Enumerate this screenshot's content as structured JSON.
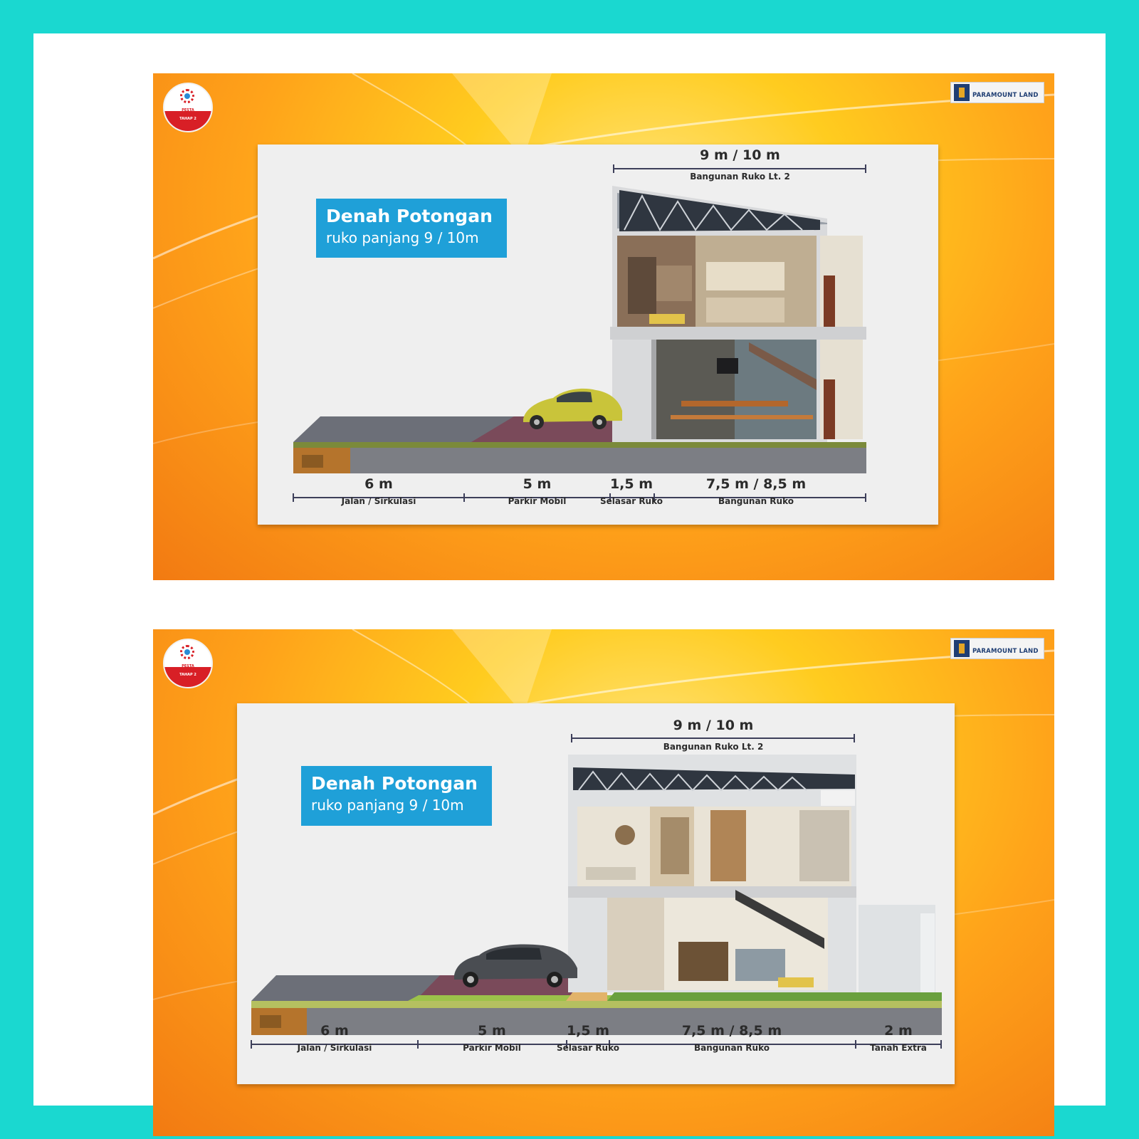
{
  "slides": [
    {
      "title": "Denah Potongan",
      "subtitle": "ruko panjang 9 / 10m",
      "top_dim": {
        "value": "9 m / 10 m",
        "label": "Bangunan Ruko Lt. 2"
      },
      "bottom_dims": [
        {
          "value": "6 m",
          "label": "Jalan / Sirkulasi"
        },
        {
          "value": "5 m",
          "label": "Parkir Mobil"
        },
        {
          "value": "1,5 m",
          "label": "Selasar Ruko"
        },
        {
          "value": "7,5 m / 8,5 m",
          "label": "Bangunan Ruko"
        }
      ],
      "brand": "PARAMOUNT LAND"
    },
    {
      "title": "Denah Potongan",
      "subtitle": "ruko panjang 9 / 10m",
      "top_dim": {
        "value": "9 m / 10 m",
        "label": "Bangunan Ruko Lt. 2"
      },
      "bottom_dims": [
        {
          "value": "6 m",
          "label": "Jalan / Sirkulasi"
        },
        {
          "value": "5 m",
          "label": "Parkir Mobil"
        },
        {
          "value": "1,5 m",
          "label": "Selasar Ruko"
        },
        {
          "value": "7,5 m / 8,5 m",
          "label": "Bangunan Ruko"
        },
        {
          "value": "2 m",
          "label": "Tanah Extra"
        }
      ],
      "brand": "PARAMOUNT LAND"
    }
  ],
  "colors": {
    "background": "#1ad8d0",
    "title_box": "#1fa0d8",
    "dimension_line": "#3d3f5a",
    "orange": "#ffa31a"
  },
  "icons": [
    "festival-logo",
    "paramount-land-logo",
    "car-icon"
  ]
}
